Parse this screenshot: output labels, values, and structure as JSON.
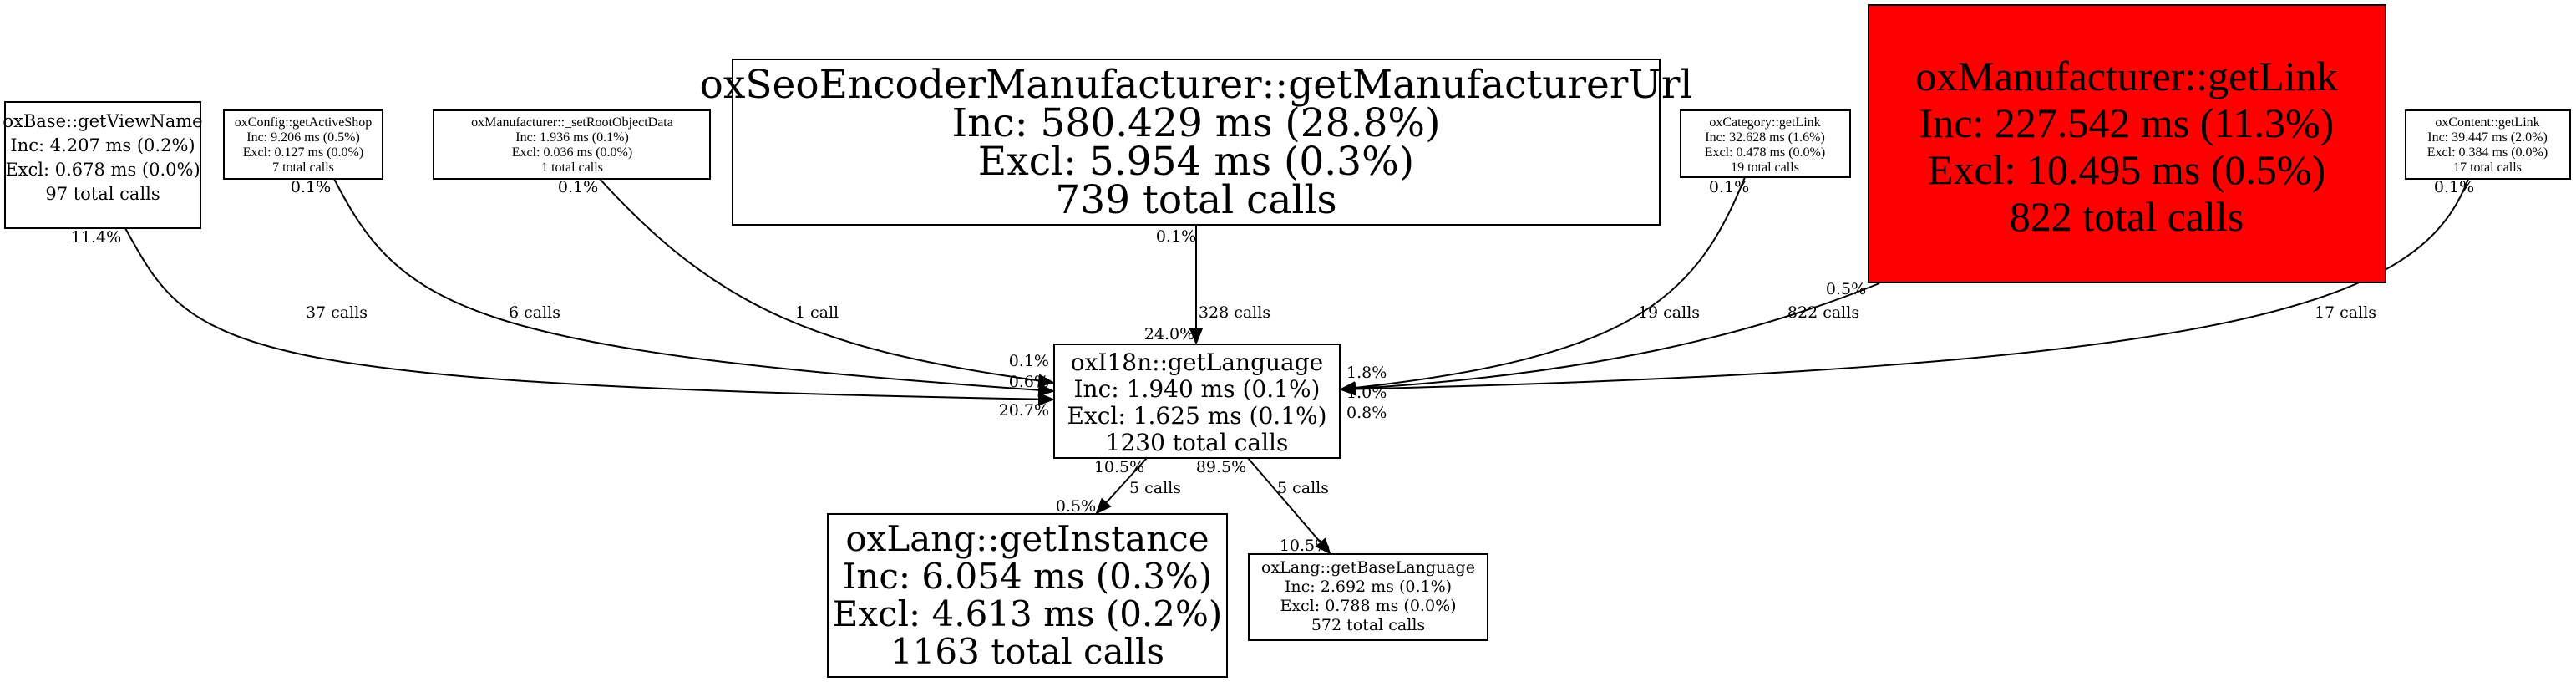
{
  "colors": {
    "hot_node": "#ff0000",
    "node": "#ffffff",
    "edge": "#000000"
  },
  "nodes": {
    "base_getviewname": {
      "name": "oxBase::getViewName",
      "inc": "Inc: 4.207 ms (0.2%)",
      "excl": "Excl: 0.678 ms (0.0%)",
      "calls": "97 total calls"
    },
    "config_getactiveshop": {
      "name": "oxConfig::getActiveShop",
      "inc": "Inc: 9.206 ms (0.5%)",
      "excl": "Excl: 0.127 ms (0.0%)",
      "calls": "7 total calls"
    },
    "manufacturer_setrootobjectdata": {
      "name": "oxManufacturer::_setRootObjectData",
      "inc": "Inc: 1.936 ms (0.1%)",
      "excl": "Excl: 0.036 ms (0.0%)",
      "calls": "1 total calls"
    },
    "seoencoder_getmanufacturerurl": {
      "name": "oxSeoEncoderManufacturer::getManufacturerUrl",
      "inc": "Inc: 580.429 ms (28.8%)",
      "excl": "Excl: 5.954 ms (0.3%)",
      "calls": "739 total calls"
    },
    "category_getlink": {
      "name": "oxCategory::getLink",
      "inc": "Inc: 32.628 ms (1.6%)",
      "excl": "Excl: 0.478 ms (0.0%)",
      "calls": "19 total calls"
    },
    "manufacturer_getlink": {
      "name": "oxManufacturer::getLink",
      "inc": "Inc: 227.542 ms (11.3%)",
      "excl": "Excl: 10.495 ms (0.5%)",
      "calls": "822 total calls"
    },
    "content_getlink": {
      "name": "oxContent::getLink",
      "inc": "Inc: 39.447 ms (2.0%)",
      "excl": "Excl: 0.384 ms (0.0%)",
      "calls": "17 total calls"
    },
    "i18n_getlanguage": {
      "name": "oxI18n::getLanguage",
      "inc": "Inc: 1.940 ms (0.1%)",
      "excl": "Excl: 1.625 ms (0.1%)",
      "calls": "1230 total calls"
    },
    "lang_getinstance": {
      "name": "oxLang::getInstance",
      "inc": "Inc: 6.054 ms (0.3%)",
      "excl": "Excl: 4.613 ms (0.2%)",
      "calls": "1163 total calls"
    },
    "lang_getbaselanguage": {
      "name": "oxLang::getBaseLanguage",
      "inc": "Inc: 2.692 ms (0.1%)",
      "excl": "Excl: 0.788 ms (0.0%)",
      "calls": "572 total calls"
    }
  },
  "edges": {
    "base_to_i18n": {
      "calls": "37 calls",
      "tail_pct": "11.4%",
      "head_pct": "20.7%"
    },
    "config_to_i18n": {
      "calls": "6 calls",
      "tail_pct": "0.1%",
      "head_pct": "0.6%"
    },
    "setroot_to_i18n": {
      "calls": "1 call",
      "tail_pct": "0.1%",
      "head_pct": "0.1%"
    },
    "seo_to_i18n": {
      "calls": "328 calls",
      "tail_pct": "0.1%",
      "head_pct": "24.0%"
    },
    "category_to_i18n": {
      "calls": "19 calls",
      "tail_pct": "0.1%",
      "head_pct": "1.8%"
    },
    "manulink_to_i18n": {
      "calls": "822 calls",
      "tail_pct": "0.5%",
      "head_pct": "1.0%"
    },
    "content_to_i18n": {
      "calls": "17 calls",
      "tail_pct": "0.1%",
      "head_pct": "0.8%"
    },
    "i18n_to_getinstance": {
      "calls": "5 calls",
      "tail_pct": "10.5%",
      "head_pct": "0.5%"
    },
    "i18n_to_getbaselanguage": {
      "calls": "5 calls",
      "tail_pct": "89.5%",
      "head_pct": "10.5%"
    }
  }
}
